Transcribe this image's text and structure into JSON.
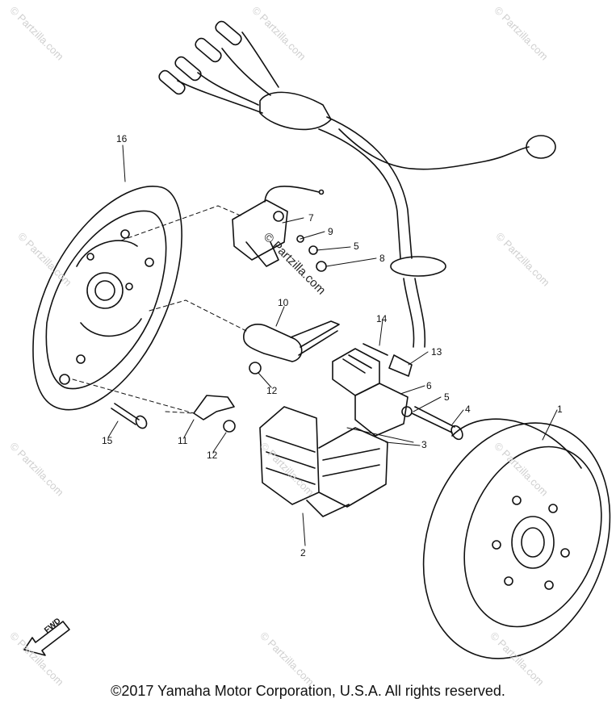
{
  "watermark": "© Partzilla.com",
  "callouts": {
    "c1": "1",
    "c2": "2",
    "c3": "3",
    "c4": "4",
    "c5a": "5",
    "c5b": "5",
    "c6": "6",
    "c7": "7",
    "c8": "8",
    "c9": "9",
    "c10": "10",
    "c11": "11",
    "c12a": "12",
    "c12b": "12",
    "c13": "13",
    "c14": "14",
    "c15": "15",
    "c16": "16"
  },
  "fwd_label": "FWD",
  "copyright": "©2017 Yamaha Motor Corporation, U.S.A. All rights reserved."
}
